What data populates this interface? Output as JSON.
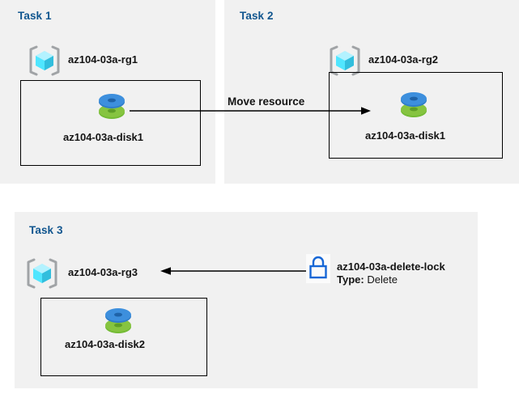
{
  "diagram": {
    "title": "Azure resource group tasks diagram",
    "background": "#ffffff",
    "panel_background": "#f1f1f1",
    "title_color": "#11568f",
    "label_color": "#141414",
    "lock_color": "#1767d6",
    "cube_color": "#50e6ff",
    "bracket_color": "#a0a3a6",
    "disk_top_color": "#3c8ddc",
    "disk_bottom_color": "#6fbf2f"
  },
  "panels": [
    {
      "id": "task1",
      "title": "Task 1",
      "resource_group": {
        "label": "az104-03a-rg1",
        "icon": "resource-group-icon"
      },
      "resource": {
        "label": "az104-03a-disk1",
        "icon": "managed-disk-icon"
      }
    },
    {
      "id": "task2",
      "title": "Task 2",
      "resource_group": {
        "label": "az104-03a-rg2",
        "icon": "resource-group-icon"
      },
      "resource": {
        "label": "az104-03a-disk1",
        "icon": "managed-disk-icon"
      }
    },
    {
      "id": "task3",
      "title": "Task 3",
      "resource_group": {
        "label": "az104-03a-rg3",
        "icon": "resource-group-icon"
      },
      "resource": {
        "label": "az104-03a-disk2",
        "icon": "managed-disk-icon"
      }
    }
  ],
  "connectors": [
    {
      "id": "move-resource",
      "label": "Move resource",
      "direction": "right",
      "from": "task1-disk",
      "to": "task2-disk"
    },
    {
      "id": "delete-lock-link",
      "label": "",
      "direction": "left",
      "from": "delete-lock",
      "to": "task3-resource-group"
    }
  ],
  "lock": {
    "icon": "lock-icon",
    "name": "az104-03a-delete-lock",
    "type_key": "Type:",
    "type_value": "Delete"
  }
}
